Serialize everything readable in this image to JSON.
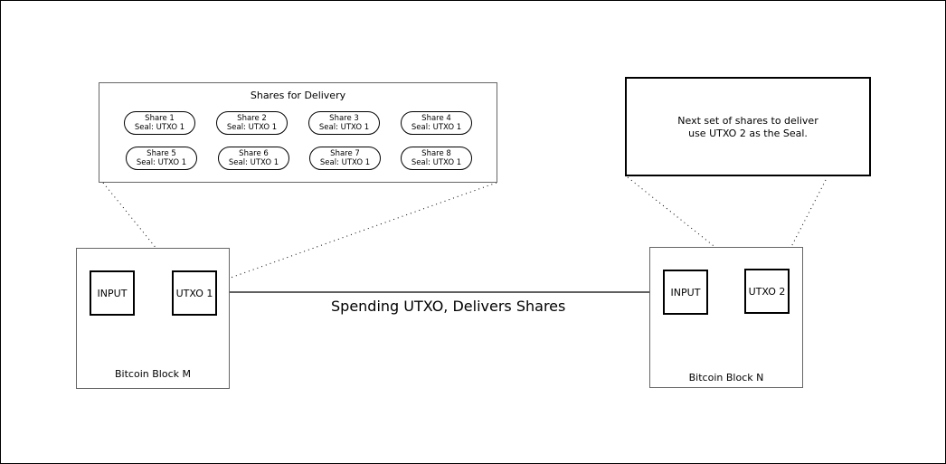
{
  "shares_box": {
    "title": "Shares for Delivery",
    "shares": [
      {
        "name": "Share 1",
        "seal": "Seal: UTXO 1"
      },
      {
        "name": "Share 2",
        "seal": "Seal: UTXO 1"
      },
      {
        "name": "Share 3",
        "seal": "Seal: UTXO 1"
      },
      {
        "name": "Share 4",
        "seal": "Seal: UTXO 1"
      },
      {
        "name": "Share 5",
        "seal": "Seal: UTXO 1"
      },
      {
        "name": "Share 6",
        "seal": "Seal: UTXO 1"
      },
      {
        "name": "Share 7",
        "seal": "Seal: UTXO 1"
      },
      {
        "name": "Share 8",
        "seal": "Seal: UTXO 1"
      }
    ]
  },
  "note_box": {
    "line1": "Next set of shares to deliver",
    "line2": "use UTXO 2 as the Seal."
  },
  "block_m": {
    "label": "Bitcoin Block M",
    "input": "INPUT",
    "utxo": "UTXO 1"
  },
  "block_n": {
    "label": "Bitcoin Block N",
    "input": "INPUT",
    "utxo": "UTXO 2"
  },
  "arrow": {
    "label": "Spending UTXO, Delivers Shares"
  }
}
